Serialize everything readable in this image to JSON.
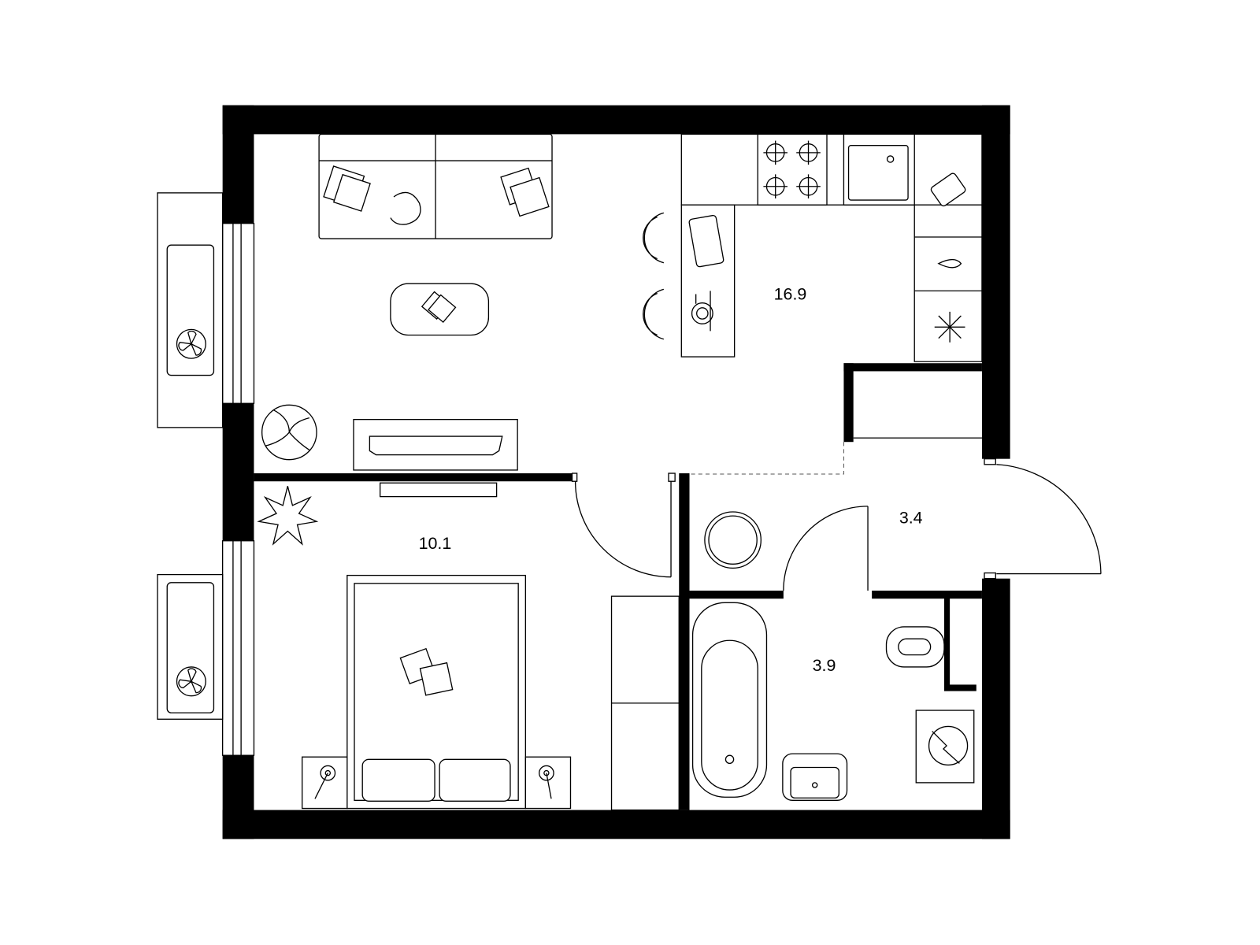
{
  "plan": {
    "colors": {
      "wall": "#000000",
      "background": "#ffffff",
      "line": "#000000"
    },
    "rooms": [
      {
        "id": "living-kitchen",
        "area": "16.9"
      },
      {
        "id": "bedroom",
        "area": "10.1"
      },
      {
        "id": "hallway",
        "area": "3.4"
      },
      {
        "id": "bathroom",
        "area": "3.9"
      }
    ]
  }
}
